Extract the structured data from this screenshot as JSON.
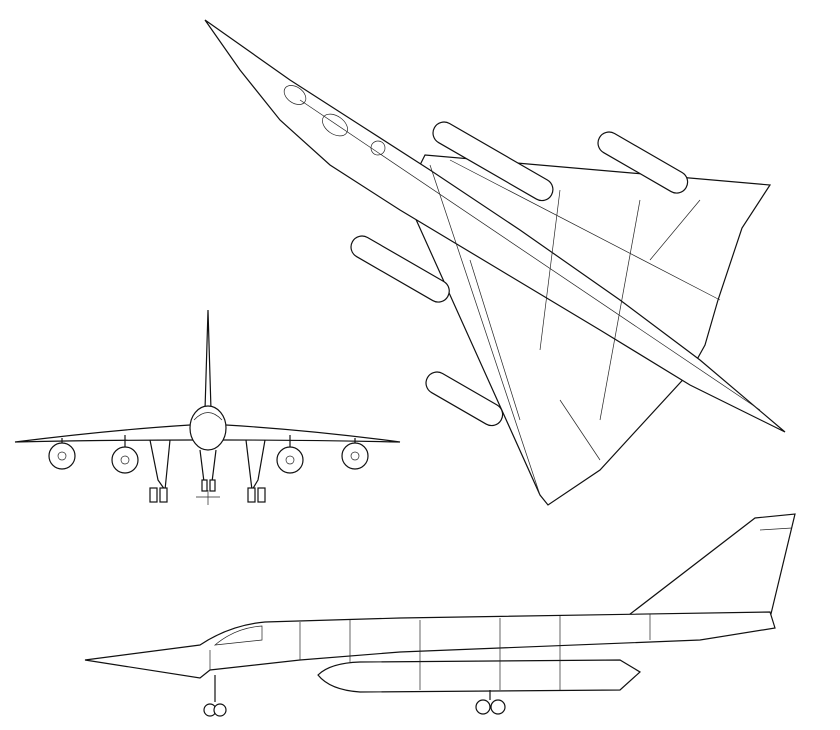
{
  "drawing": {
    "views": [
      "top",
      "front",
      "side"
    ],
    "line_color": "#111111",
    "background": "#ffffff",
    "engine_pods": 4
  }
}
